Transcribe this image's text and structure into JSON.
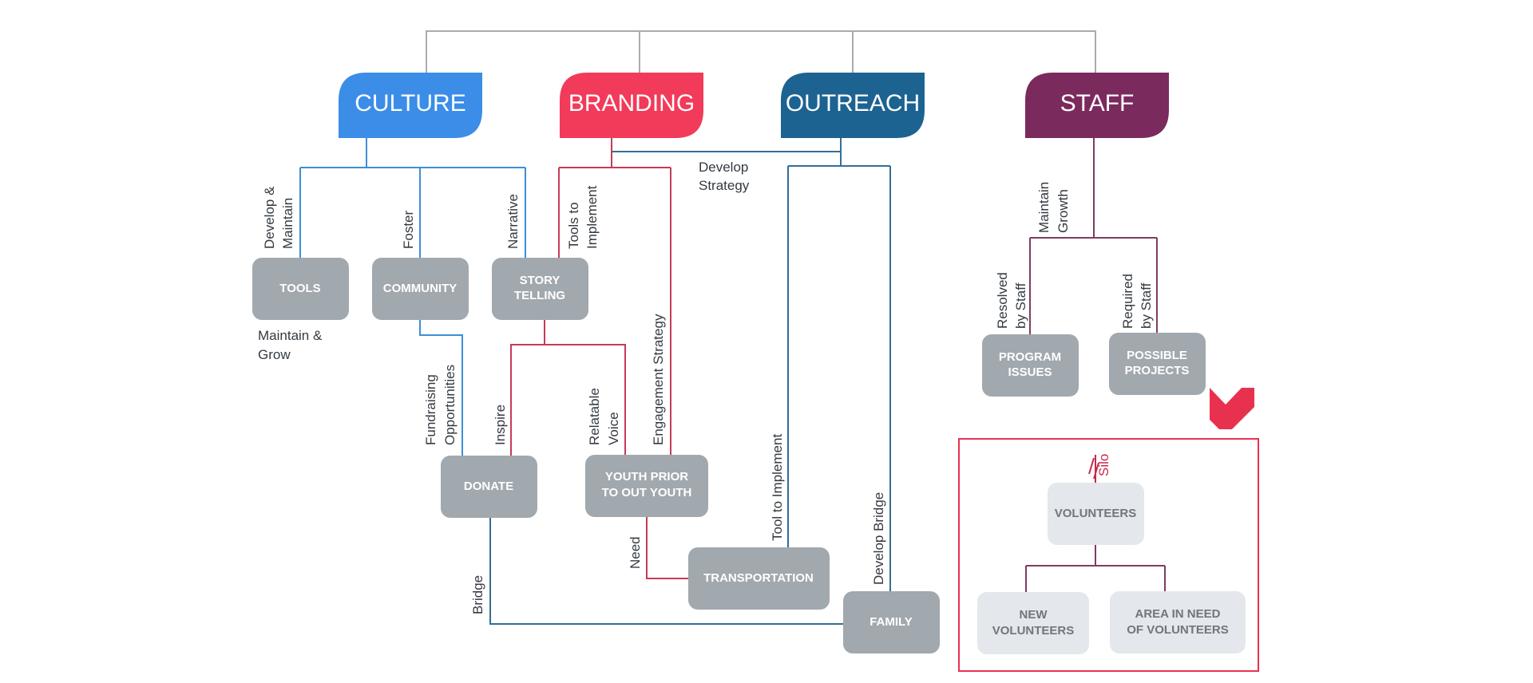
{
  "colors": {
    "culture": "#3b8de8",
    "branding": "#f23a5a",
    "outreach": "#1d6391",
    "staff": "#7b2a5e",
    "box": "#a1a8ae",
    "box_light": "#e4e7ec",
    "silo_border": "#e8314f",
    "chevron": "#e8314f"
  },
  "headers": {
    "culture": "CULTURE",
    "branding": "BRANDING",
    "outreach": "OUTREACH",
    "staff": "STAFF"
  },
  "boxes": {
    "tools": "TOOLS",
    "community": "COMMUNITY",
    "story_line1": "STORY",
    "story_line2": "TELLING",
    "donate": "DONATE",
    "youth_line1": "YOUTH PRIOR",
    "youth_line2": "TO OUT YOUTH",
    "transportation": "TRANSPORTATION",
    "family": "FAMILY",
    "program_line1": "PROGRAM",
    "program_line2": "ISSUES",
    "possible_line1": "POSSIBLE",
    "possible_line2": "PROJECTS",
    "volunteers": "VOLUNTEERS",
    "new_vol_line1": "NEW",
    "new_vol_line2": "VOLUNTEERS",
    "area_line1": "AREA IN NEED",
    "area_line2": "OF VOLUNTEERS"
  },
  "labels": {
    "develop_maintain_1": "Develop &",
    "develop_maintain_2": "Maintain",
    "foster": "Foster",
    "narrative": "Narrative",
    "tools_implement_1": "Tools to",
    "tools_implement_2": "Implement",
    "develop_strategy_1": "Develop",
    "develop_strategy_2": "Strategy",
    "maintain_grow_1": "Maintain &",
    "maintain_grow_2": "Grow",
    "fundraising_1": "Fundraising",
    "fundraising_2": "Opportunities",
    "inspire": "Inspire",
    "relatable_1": "Relatable",
    "relatable_2": "Voice",
    "engagement": "Engagement Strategy",
    "tool_to_implement": "Tool to Implement",
    "develop_bridge": "Develop Bridge",
    "need": "Need",
    "bridge": "Bridge",
    "maintain_growth_1": "Maintain",
    "maintain_growth_2": "Growth",
    "resolved_1": "Resolved",
    "resolved_2": "by Staff",
    "required_1": "Required",
    "required_2": "by Staff",
    "silo": "Silo"
  }
}
